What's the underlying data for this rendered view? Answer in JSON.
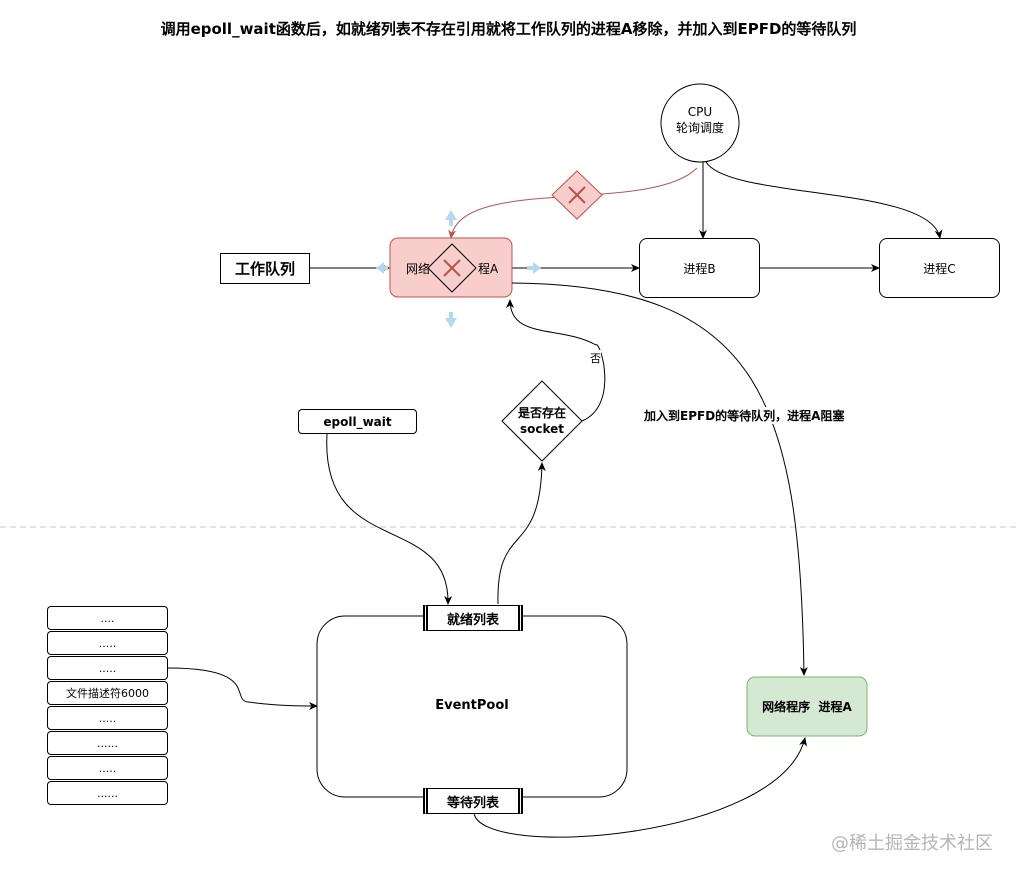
{
  "title": "调用epoll_wait函数后，如就绪列表不存在引用就将工作队列的进程A移除，并加入到EPFD的等待队列",
  "cpu": {
    "line1": "CPU",
    "line2": "轮询调度"
  },
  "work_queue": "工作队列",
  "process_a": {
    "left": "网络",
    "right": "程A"
  },
  "process_b": "进程B",
  "process_c": "进程C",
  "epoll_wait": "epoll_wait",
  "decision": {
    "line1": "是否存在",
    "line2": "socket"
  },
  "no_label": "否",
  "edge_label": "加入到EPFD的等待队列，进程A阻塞",
  "event_pool": "EventPool",
  "ready_list": "就绪列表",
  "wait_list": "等待列表",
  "blocked_process": "网络程序  进程A",
  "fd_items": [
    "....",
    ".....",
    ".....",
    "文件描述符6000",
    ".....",
    "......",
    ".....",
    "......"
  ],
  "watermark": "@稀土掘金技术社区",
  "colors": {
    "red_fill": "#f8cecc",
    "red_stroke": "#b85450",
    "green_fill": "#d5e8d4",
    "green_stroke": "#82b366",
    "arrow_blue": "#b6d7f0"
  }
}
